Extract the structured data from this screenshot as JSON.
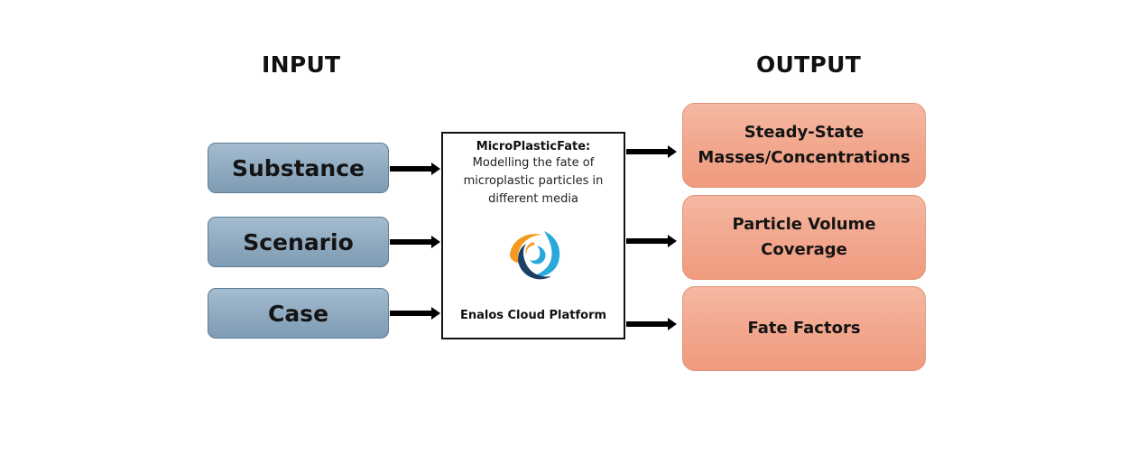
{
  "headings": {
    "input": "INPUT",
    "output": "OUTPUT"
  },
  "inputs": [
    {
      "label": "Substance"
    },
    {
      "label": "Scenario"
    },
    {
      "label": "Case"
    }
  ],
  "model": {
    "title": "MicroPlasticFate:",
    "description_lines": [
      "Modelling the fate of",
      "microplastic particles in",
      "different media"
    ],
    "logo_icon": "enalos-swirl-logo-icon",
    "platform": "Enalos Cloud Platform"
  },
  "outputs": [
    {
      "lines": [
        "Steady-State",
        "Masses/Concentrations"
      ]
    },
    {
      "lines": [
        "Particle Volume",
        "Coverage"
      ]
    },
    {
      "lines": [
        "Fate Factors"
      ]
    }
  ],
  "colors": {
    "input_box": "#8ea9bf",
    "output_box": "#f2a68c",
    "logo_orange": "#f39a1e",
    "logo_light_blue": "#29a8dc",
    "logo_dark_blue": "#1c3f66"
  }
}
